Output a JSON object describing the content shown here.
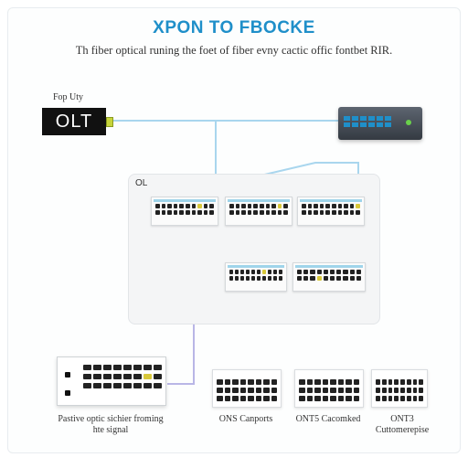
{
  "header": {
    "title": "XPON TO FBOCKE",
    "subtitle": "Th fiber optical runing the foet of fiber evny cactic offic fontbet RIR."
  },
  "olt": {
    "caption": "Fop Uty",
    "label": "OLT"
  },
  "panel": {
    "label": "OL"
  },
  "splitter": {
    "label": "Pastive optic sichier froming hte signal"
  },
  "onts": [
    {
      "label": "ONS Canports"
    },
    {
      "label": "ONT5 Cacomked"
    },
    {
      "label": "ONT3 Cuttomerepise"
    }
  ],
  "colors": {
    "title": "#1f8fc9",
    "fiber_line": "#a9d6ee",
    "split_line": "#b9b6e6",
    "port_accent": "#d8c83a"
  }
}
